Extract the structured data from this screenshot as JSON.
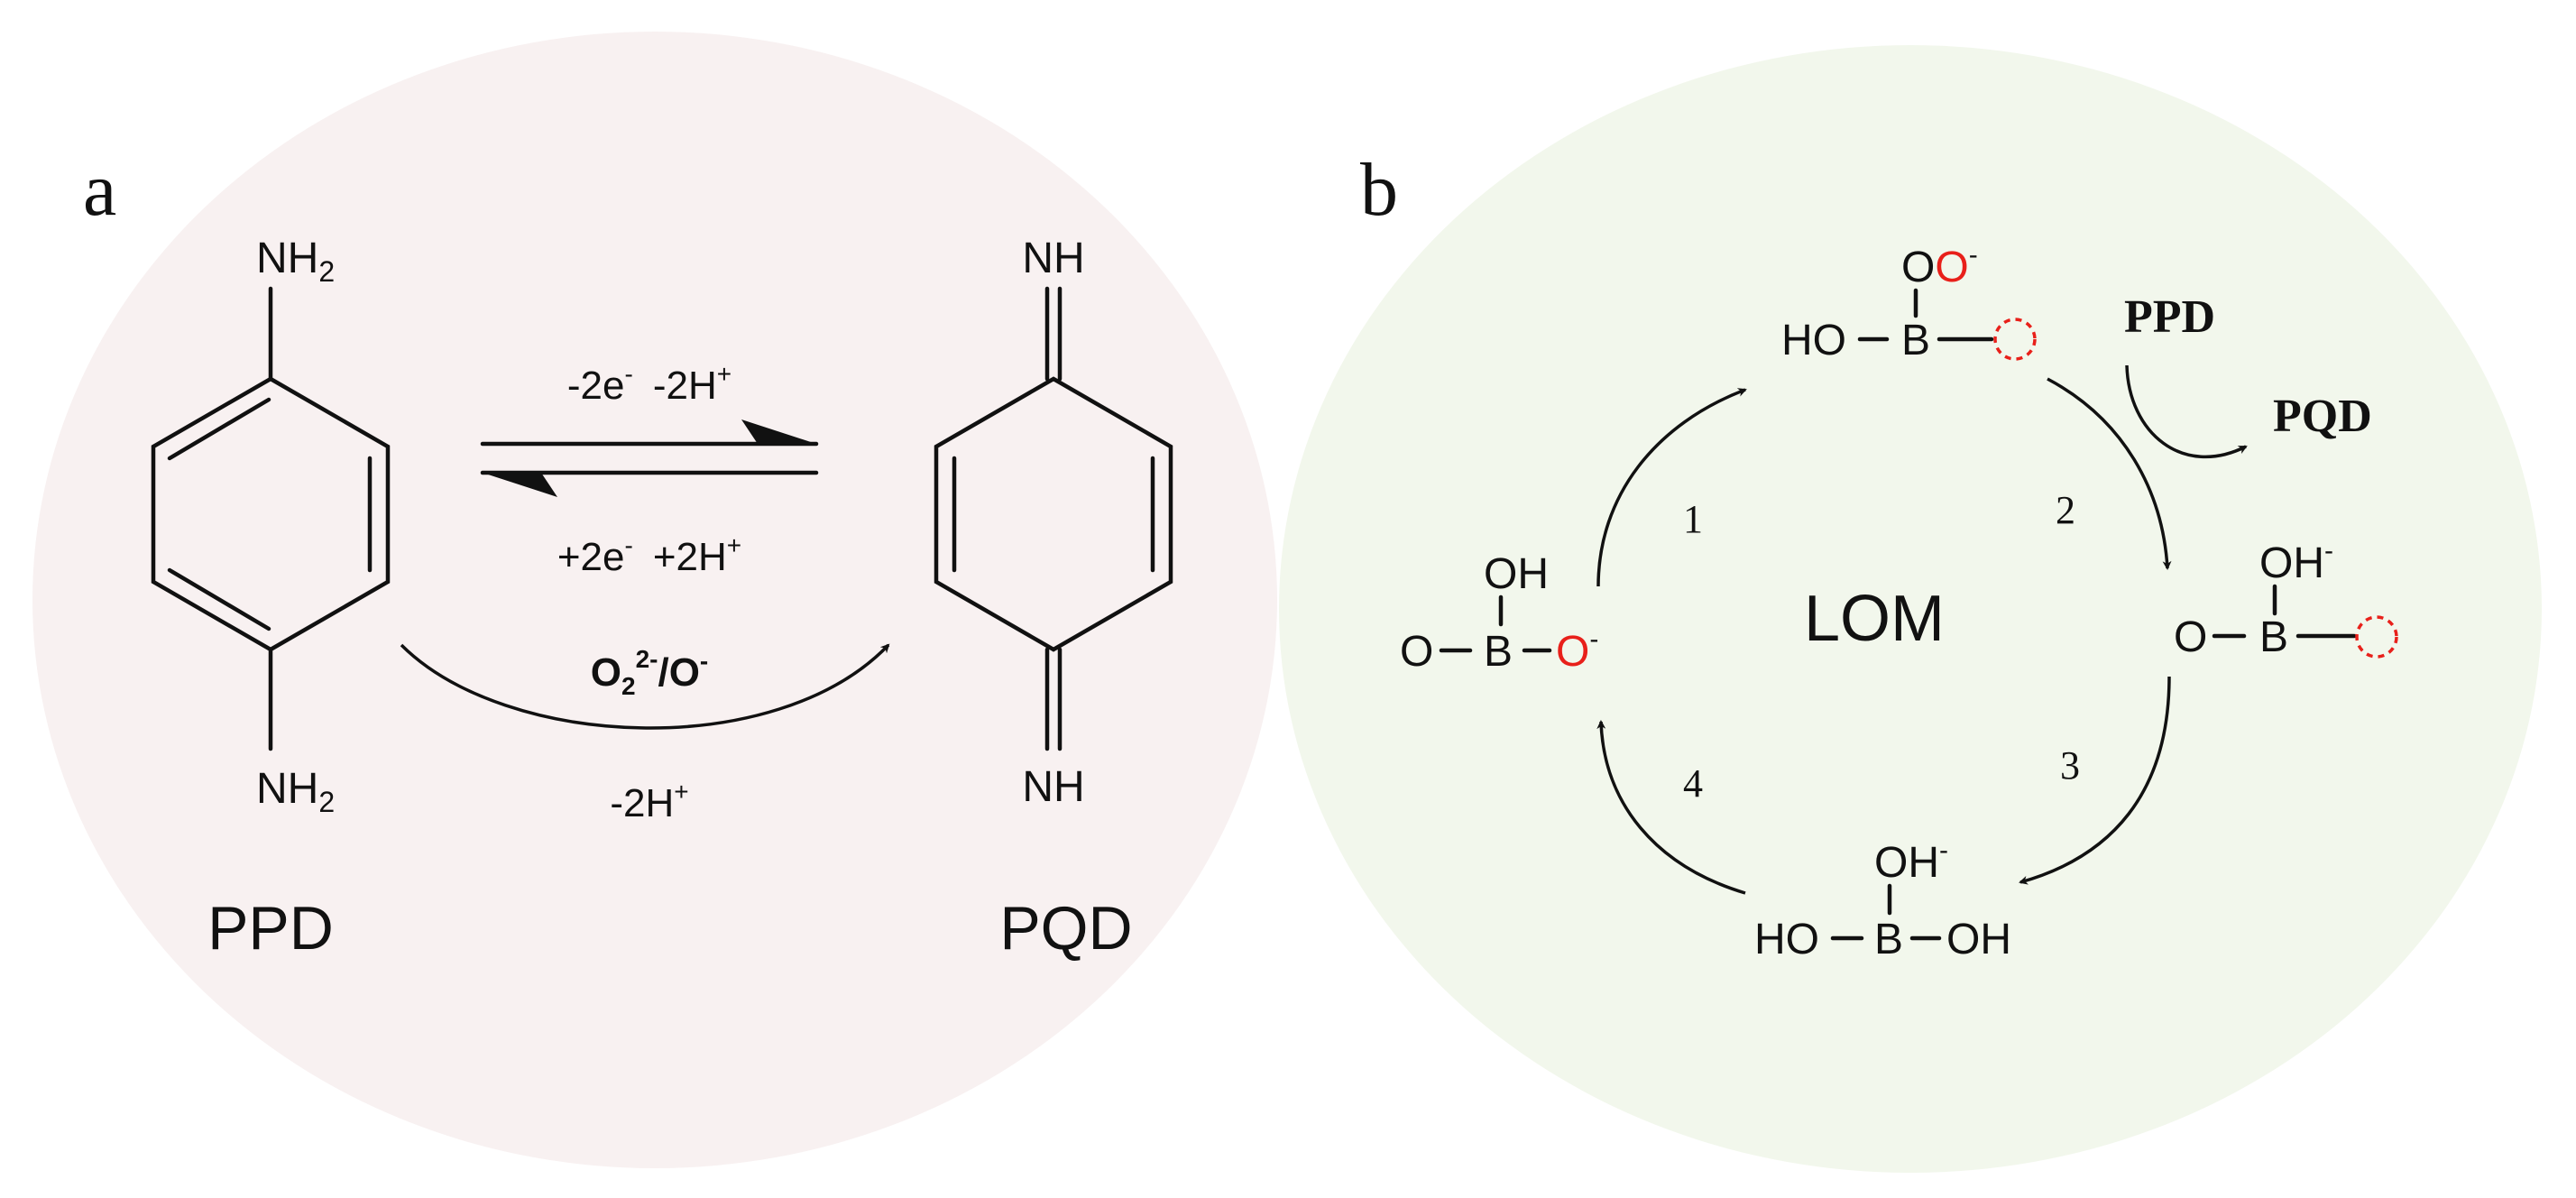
{
  "colors": {
    "panel_a_bg": "#f8f1f1",
    "panel_b_bg": "#f2f7ec",
    "ink": "#111111",
    "highlight": "#e8201a"
  },
  "panel_a": {
    "label": "a",
    "ppd": {
      "name": "PPD",
      "top_group": "NH",
      "top_sub": "2",
      "bottom_group": "NH",
      "bottom_sub": "2"
    },
    "pqd": {
      "name": "PQD",
      "top_group": "NH",
      "bottom_group": "NH"
    },
    "forward": {
      "electrons": "-2e",
      "electrons_sup": "-",
      "protons": "-2H",
      "protons_sup": "+"
    },
    "reverse": {
      "electrons": "+2e",
      "electrons_sup": "-",
      "protons": "+2H",
      "protons_sup": "+"
    },
    "oxidant": {
      "o": "O",
      "sub": "2",
      "sup": "2-",
      "sep": "/O",
      "sup2": "-"
    },
    "curve_label": {
      "text": "-2H",
      "sup": "+"
    }
  },
  "panel_b": {
    "label": "b",
    "center": "LOM",
    "steps": [
      "1",
      "2",
      "3",
      "4"
    ],
    "side_reaction": {
      "reactant": "PPD",
      "product": "PQD"
    },
    "species_top": {
      "o_black": "O",
      "o_red": "O",
      "o_sup": "-",
      "ho": "HO",
      "b": "B"
    },
    "species_right": {
      "oh": "OH",
      "oh_sup": "-",
      "o": "O",
      "b": "B"
    },
    "species_bottom": {
      "oh": "OH",
      "oh_sup": "-",
      "ho": "HO",
      "b": "B",
      "oh_red": "OH"
    },
    "species_left": {
      "oh": "OH",
      "o": "O",
      "b": "B",
      "o_red": "O",
      "o_sup": "-"
    }
  }
}
